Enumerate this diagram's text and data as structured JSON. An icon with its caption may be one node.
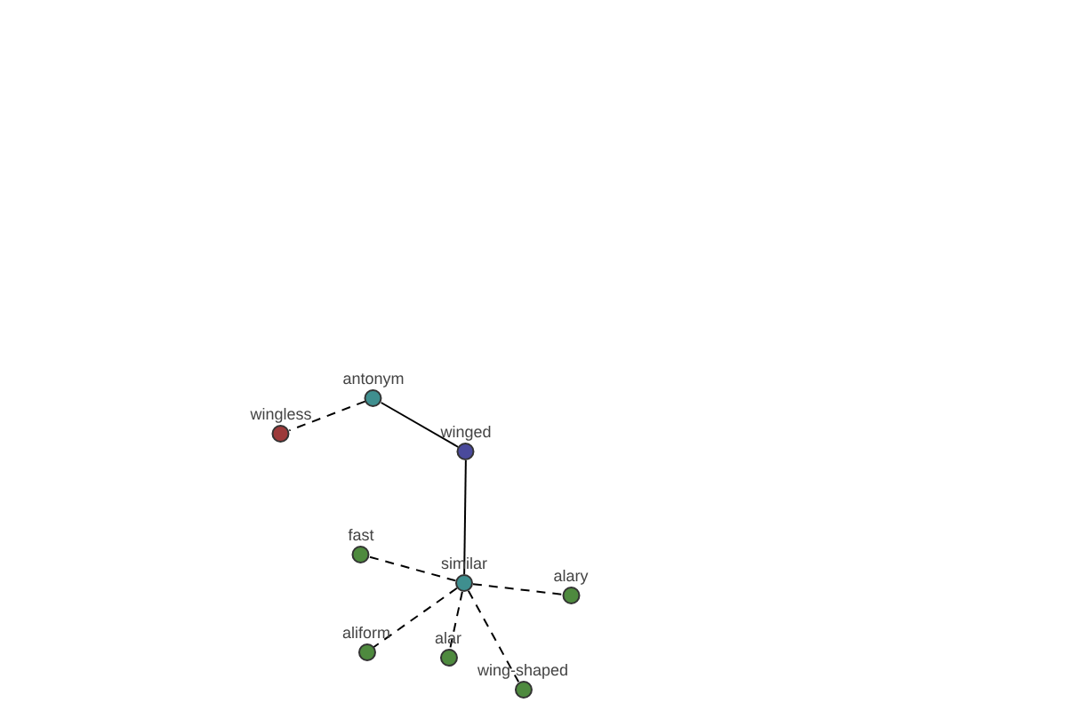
{
  "diagram": {
    "nodes": [
      {
        "text": [
          "winged"
        ]
      },
      {
        "text": [
          "antonym"
        ]
      },
      {
        "text": [
          "wingless"
        ]
      },
      {
        "text": [
          "similar"
        ]
      },
      {
        "text": [
          "fast"
        ]
      },
      {
        "text": [
          "alary"
        ]
      },
      {
        "text": [
          "aliform"
        ]
      },
      {
        "text": [
          "alar"
        ]
      },
      {
        "text": [
          "wing-shaped"
        ]
      }
    ],
    "edges": [
      {
        "from": 0,
        "to": 1,
        "arrow": "none"
      },
      {
        "from": 1,
        "to": 2,
        "arrow": "none",
        "style": "dashed"
      },
      {
        "from": 0,
        "to": 3,
        "arrow": "none"
      },
      {
        "from": 3,
        "to": 4,
        "arrow": "none",
        "style": "dashed"
      },
      {
        "from": 3,
        "to": 5,
        "arrow": "none",
        "style": "dashed"
      },
      {
        "from": 3,
        "to": 6,
        "arrow": "none",
        "style": "dashed"
      },
      {
        "from": 3,
        "to": 7,
        "arrow": "none",
        "style": "dashed"
      },
      {
        "from": 3,
        "to": 8,
        "arrow": "none",
        "style": "dashed"
      }
    ]
  }
}
